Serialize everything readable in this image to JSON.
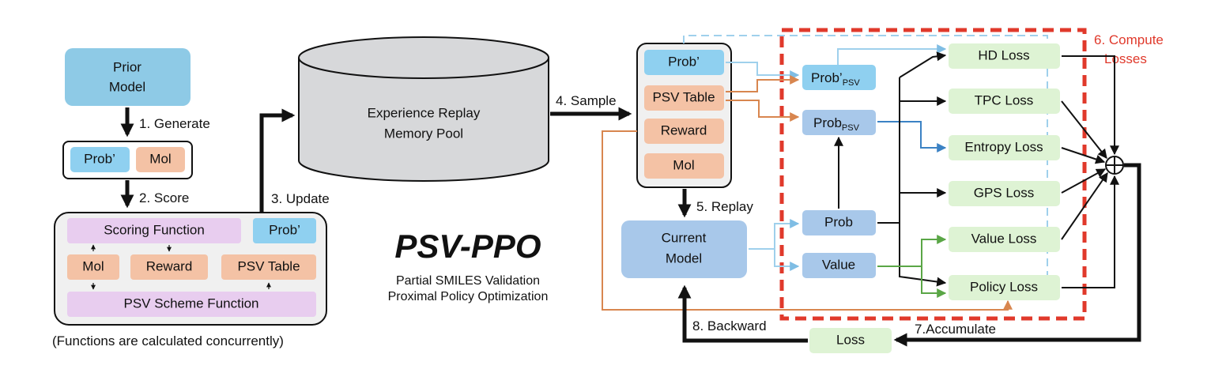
{
  "title": "PSV-PPO",
  "subtitle_line1": "Partial SMILES Validation",
  "subtitle_line2": "Proximal Policy Optimization",
  "prior_model": {
    "line1": "Prior",
    "line2": "Model"
  },
  "generated": {
    "prob": "Prob’",
    "mol": "Mol"
  },
  "steps": {
    "generate": "1. Generate",
    "score": "2. Score",
    "update": "3. Update",
    "sample": "4. Sample",
    "replay": "5. Replay",
    "compute_line1": "6. Compute",
    "compute_line2": "Losses",
    "accumulate": "7.Accumulate",
    "backward": "8. Backward"
  },
  "scoring": {
    "scoring_function": "Scoring  Function",
    "prob": "Prob’",
    "mol": "Mol",
    "reward": "Reward",
    "psv_table": "PSV Table",
    "psv_scheme": "PSV Scheme Function",
    "note": "(Functions are calculated concurrently)"
  },
  "memory_pool": {
    "line1": "Experience Replay",
    "line2": "Memory Pool"
  },
  "sampled": {
    "prob": "Prob’",
    "psv_table": "PSV Table",
    "reward": "Reward",
    "mol": "Mol"
  },
  "current_model": {
    "line1": "Current",
    "line2": "Model"
  },
  "outputs": {
    "prob": "Prob",
    "value": "Value"
  },
  "psv_probs": {
    "prob_prime": "Prob’",
    "prob": "Prob",
    "sub": "PSV"
  },
  "losses": {
    "hd": "HD Loss",
    "tpc": "TPC Loss",
    "entropy": "Entropy Loss",
    "gps": "GPS Loss",
    "value": "Value Loss",
    "policy": "Policy Loss",
    "total": "Loss"
  },
  "sum_symbol": "+",
  "colors": {
    "prior_model": "#8ecae6",
    "light_blue": "#8fd0f0",
    "salmon": "#f4c2a5",
    "lavender": "#e8cdef",
    "grey": "#d7d8da",
    "model_blue": "#a8c8ea",
    "green": "#def3d4",
    "red_dash": "#e0392b",
    "orange_line": "#d8864f",
    "blue_line": "#9fd0ec",
    "green_line": "#5aa646"
  }
}
